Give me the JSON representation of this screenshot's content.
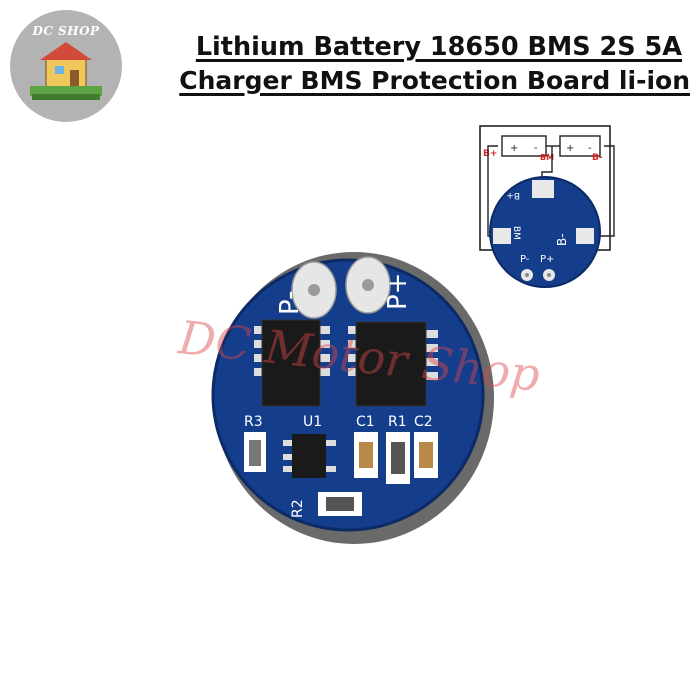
{
  "logo": {
    "text": "DC SHOP",
    "icon": "house-icon"
  },
  "title": {
    "line1": "Lithium Battery 18650 BMS 2S 5A",
    "line2": "Charger BMS Protection Board li-ion"
  },
  "watermark": "DC Motor Shop",
  "board": {
    "pads": {
      "p_minus": "P-",
      "p_plus": "P+"
    },
    "labels": {
      "r3": "R3",
      "u1": "U1",
      "c1": "C1",
      "r1": "R1",
      "c2": "C2",
      "r2": "R2"
    }
  },
  "diagram": {
    "b_plus": "B+",
    "bm": "BM",
    "b_minus": "B-",
    "cell_plus": "+",
    "cell_minus": "-",
    "board_labels": {
      "b_plus": "B+",
      "bm": "BM",
      "b_minus": "B-",
      "p_minus": "P-",
      "p_plus": "P+"
    }
  },
  "colors": {
    "pcb": "#143d8c",
    "pcb_edge": "#0c2a66",
    "silkscreen": "#ffffff",
    "title": "#111111",
    "watermark": "#dc4646",
    "logo_bg": "#b3b3b3"
  }
}
